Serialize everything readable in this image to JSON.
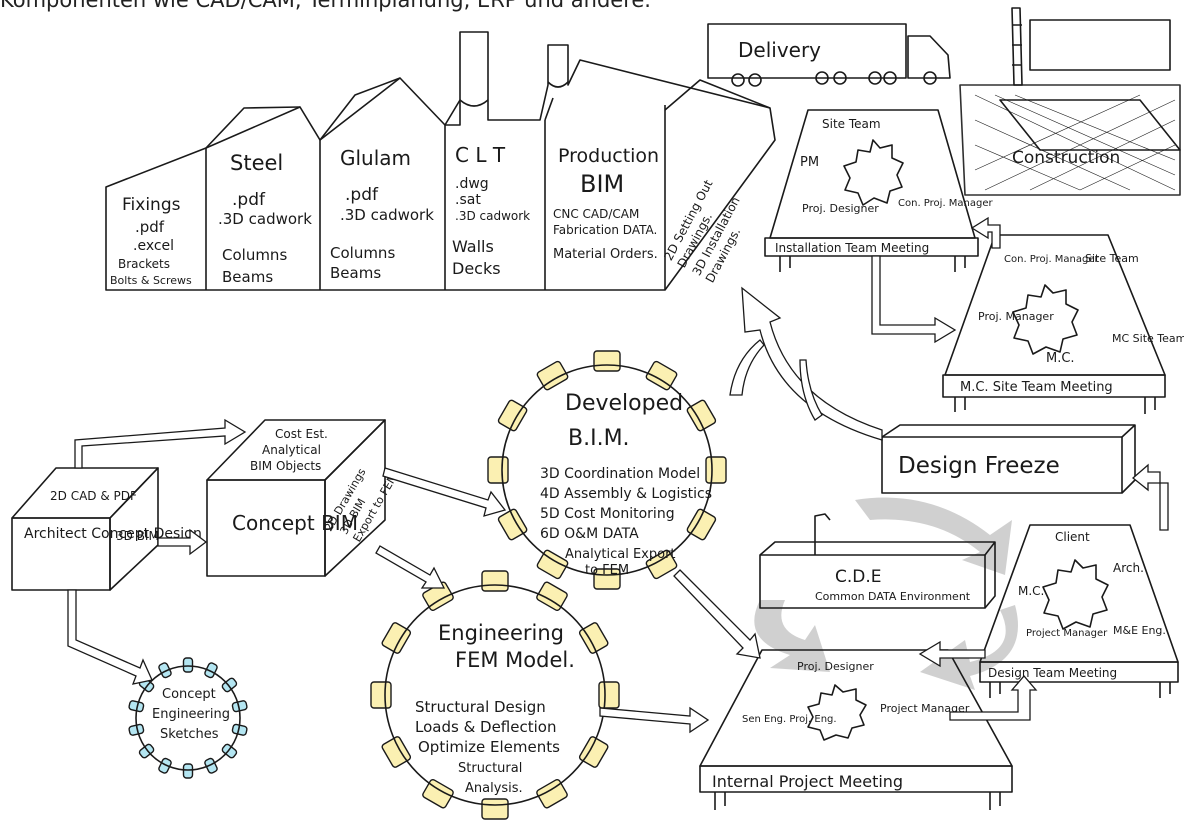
{
  "header_text": "Komponenten wie CAD/CAM, Terminplanung, ERP und andere.",
  "colors": {
    "green": "#bff0c0",
    "blue": "#b4e6f2",
    "pink": "#f5a6d4",
    "yellow": "#fbf0b2",
    "ink": "#1a1a1a",
    "cde_recycle": "#c8c8c8"
  },
  "factory": {
    "fixings": {
      "title": "Fixings",
      "l1": ".pdf",
      "l2": ".excel",
      "l3": "Brackets",
      "l4": "Bolts & Screws"
    },
    "steel": {
      "title": "Steel",
      "l1": ".pdf",
      "l2": ".3D cadwork",
      "l3": "Columns",
      "l4": "Beams"
    },
    "glulam": {
      "title": "Glulam",
      "l1": ".pdf",
      "l2": ".3D cadwork",
      "l3": "Columns",
      "l4": "Beams"
    },
    "clt": {
      "title": "C L T",
      "l1": ".dwg",
      "l2": ".sat",
      "l3": ".3D cadwork",
      "l4": "Walls",
      "l5": "Decks"
    },
    "production": {
      "title": "Production",
      "t2": "BIM",
      "l1": "CNC CAD/CAM",
      "l2": "Fabrication DATA.",
      "l3": "Material Orders."
    },
    "side": {
      "l1": "2D Setting Out",
      "l2": "Drawings.",
      "l3": "3D Installation",
      "l4": "Drawings."
    }
  },
  "delivery": {
    "label": "Delivery"
  },
  "construction": {
    "label": "Construction"
  },
  "installation_meeting": {
    "title": "Installation Team Meeting",
    "r1": "Site Team",
    "r2": "PM",
    "r3": "Proj. Designer",
    "r4": "Con. Proj. Manager"
  },
  "mc_meeting": {
    "title": "M.C. Site Team Meeting",
    "r1": "Con. Proj. Manager",
    "r2": "Site Team",
    "r3": "Proj. Manager",
    "r4": "M.C.",
    "r5": "MC Site Team"
  },
  "architect": {
    "front": "Architect Concept Design",
    "top": "2D CAD & PDF",
    "side": "3D BIM"
  },
  "concept_bim": {
    "front": "Concept BIM",
    "top1": "Cost Est.",
    "top2": "Analytical",
    "top3": "BIM Objects",
    "side1": "2D Drawings",
    "side2": "3D BIM",
    "side3": "Export to FEM"
  },
  "developed_bim": {
    "t1": "Developed",
    "t2": "B.I.M.",
    "l1": "3D Coordination Model",
    "l2": "4D Assembly & Logistics",
    "l3": "5D Cost Monitoring",
    "l4": "6D O&M DATA",
    "l5": "Analytical Export",
    "l6": "to FEM"
  },
  "fem": {
    "t1": "Engineering",
    "t2": "FEM Model.",
    "l1": "Structural Design",
    "l2": "Loads & Deflection",
    "l3": "Optimize Elements",
    "l4": "Structural",
    "l5": "Analysis."
  },
  "sketches": {
    "l1": "Concept",
    "l2": "Engineering",
    "l3": "Sketches"
  },
  "design_freeze": {
    "label": "Design Freeze"
  },
  "cde": {
    "title": "C.D.E",
    "subtitle": "Common DATA Environment"
  },
  "design_team_meeting": {
    "title": "Design Team Meeting",
    "r1": "Client",
    "r2": "Arch.",
    "r3": "M.C.",
    "r4": "Project Manager",
    "r5": "M&E Eng."
  },
  "internal_meeting": {
    "title": "Internal Project Meeting",
    "r1": "Proj. Designer",
    "r2": "Project Manager",
    "r3": "Sen Eng. Proj. Eng."
  }
}
